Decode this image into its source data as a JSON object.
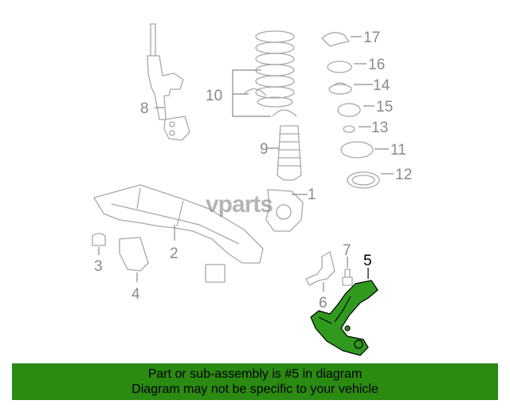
{
  "callouts": {
    "c1": "1",
    "c2": "2",
    "c3": "3",
    "c4": "4",
    "c5": "5",
    "c6": "6",
    "c7": "7",
    "c8": "8",
    "c9": "9",
    "c10": "10",
    "c11": "11",
    "c12": "12",
    "c13": "13",
    "c14": "14",
    "c15": "15",
    "c16": "16",
    "c17": "17"
  },
  "highlight": {
    "part": "5",
    "color": "#2f9a1e"
  },
  "banner": {
    "line1": "Part or sub-assembly is #5 in diagram",
    "line2": "Diagram may not be specific to your vehicle",
    "color": "#2a8a12"
  },
  "watermark": {
    "text": "vparts"
  }
}
